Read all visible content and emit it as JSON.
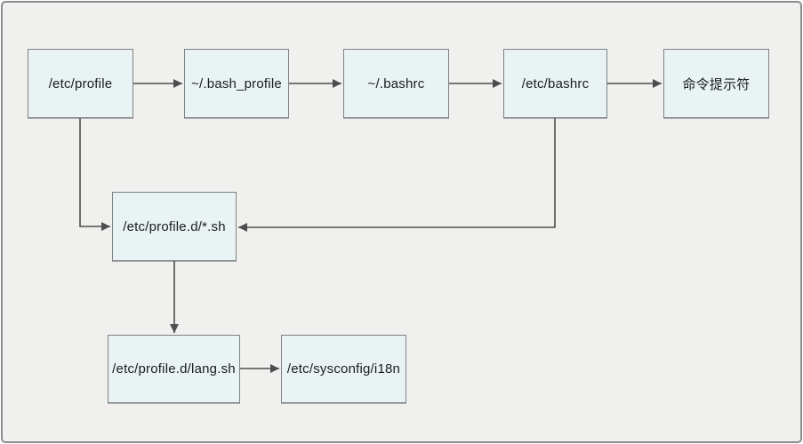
{
  "diagram": {
    "type": "flowchart",
    "nodes": [
      {
        "id": "etc-profile",
        "label": "/etc/profile"
      },
      {
        "id": "bash-profile",
        "label": "~/.bash_profile"
      },
      {
        "id": "user-bashrc",
        "label": "~/.bashrc"
      },
      {
        "id": "etc-bashrc",
        "label": "/etc/bashrc"
      },
      {
        "id": "cmd-prompt",
        "label": "命令提示符"
      },
      {
        "id": "profile-d",
        "label": "/etc/profile.d/*.sh"
      },
      {
        "id": "lang-sh",
        "label": "/etc/profile.d/lang.sh"
      },
      {
        "id": "i18n",
        "label": "/etc/sysconfig/i18n"
      }
    ],
    "edges": [
      {
        "from": "/etc/profile",
        "to": "~/.bash_profile"
      },
      {
        "from": "~/.bash_profile",
        "to": "~/.bashrc"
      },
      {
        "from": "~/.bashrc",
        "to": "/etc/bashrc"
      },
      {
        "from": "/etc/bashrc",
        "to": "命令提示符"
      },
      {
        "from": "/etc/profile",
        "to": "/etc/profile.d/*.sh"
      },
      {
        "from": "/etc/bashrc",
        "to": "/etc/profile.d/*.sh"
      },
      {
        "from": "/etc/profile.d/*.sh",
        "to": "/etc/profile.d/lang.sh"
      },
      {
        "from": "/etc/profile.d/lang.sh",
        "to": "/etc/sysconfig/i18n"
      }
    ],
    "colors": {
      "background": "#f0f0ee",
      "node_fill": "#e9f3f4",
      "node_border": "#7d8386",
      "arrow": "#4d4d4d",
      "frame_border": "#8c8c8c"
    }
  }
}
